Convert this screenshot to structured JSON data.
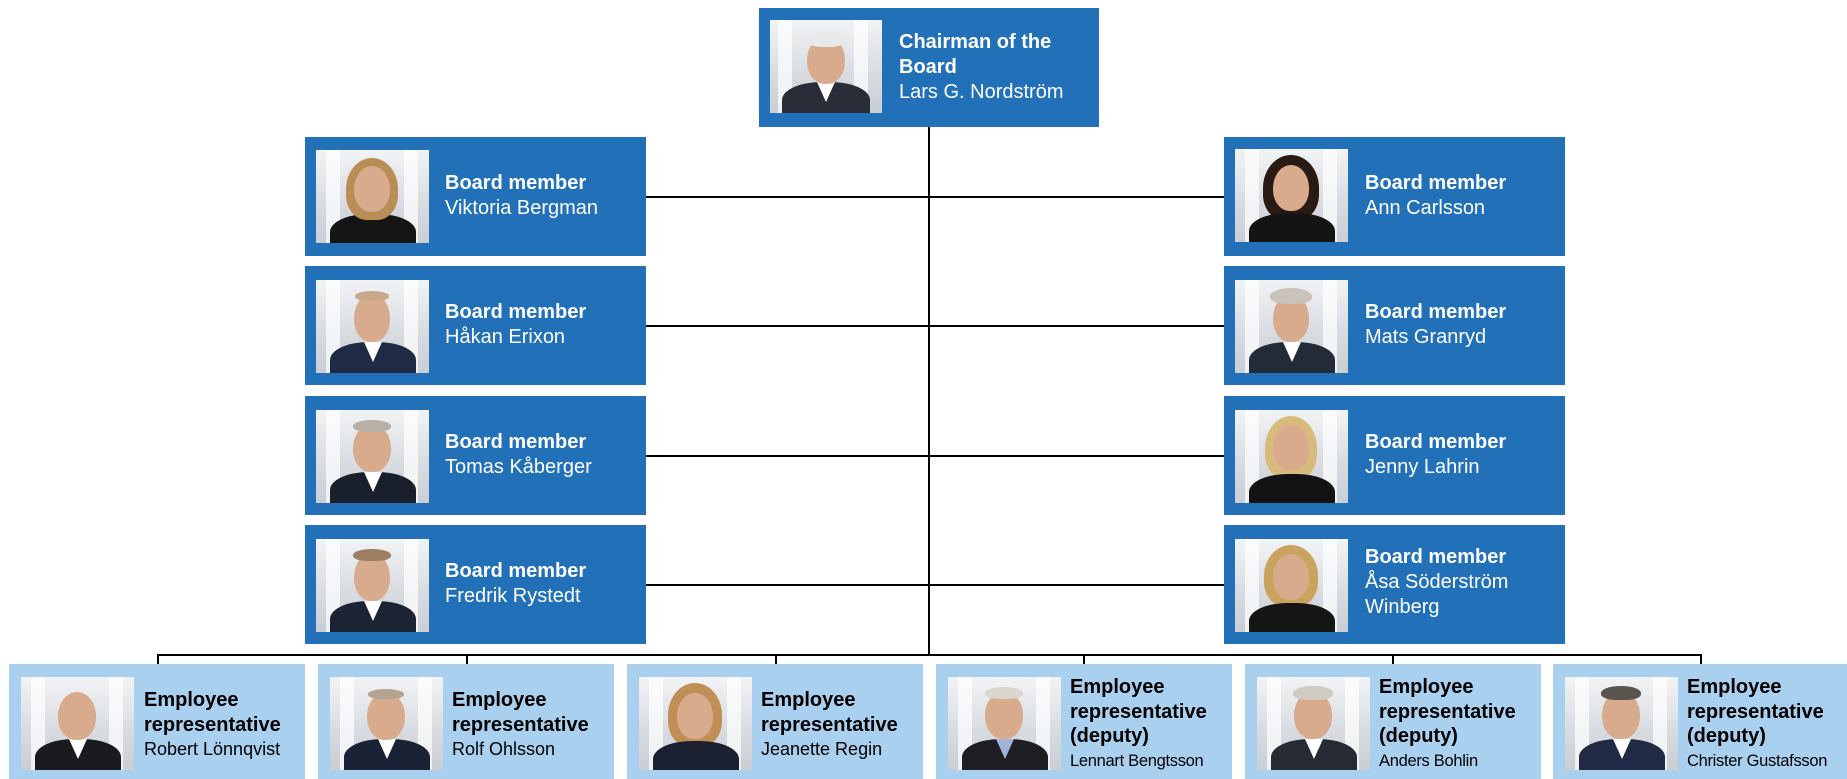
{
  "chairman": {
    "role": "Chairman of the Board",
    "name": "Lars G. Nordström"
  },
  "board_left": [
    {
      "role": "Board member",
      "name": "Viktoria Bergman"
    },
    {
      "role": "Board member",
      "name": "Håkan Erixon"
    },
    {
      "role": "Board member",
      "name": "Tomas Kåberger"
    },
    {
      "role": "Board member",
      "name": "Fredrik Rystedt"
    }
  ],
  "board_right": [
    {
      "role": "Board member",
      "name": "Ann Carlsson"
    },
    {
      "role": "Board member",
      "name": "Mats Granryd"
    },
    {
      "role": "Board member",
      "name": "Jenny Lahrin"
    },
    {
      "role": "Board member",
      "name": "Åsa Söderström Winberg"
    }
  ],
  "employees": [
    {
      "role": "Employee representative",
      "name": "Robert Lönnqvist"
    },
    {
      "role": "Employee representative",
      "name": "Rolf Ohlsson"
    },
    {
      "role": "Employee representative",
      "name": "Jeanette Regin"
    },
    {
      "role": "Employee representative (deputy)",
      "name": "Lennart Bengtsson"
    },
    {
      "role": "Employee representative (deputy)",
      "name": "Anders Bohlin"
    },
    {
      "role": "Employee representative (deputy)",
      "name": "Christer Gustafsson"
    }
  ],
  "colors": {
    "board_box": "#2170b8",
    "employee_box": "#a9d0ef",
    "connector": "#000000"
  }
}
